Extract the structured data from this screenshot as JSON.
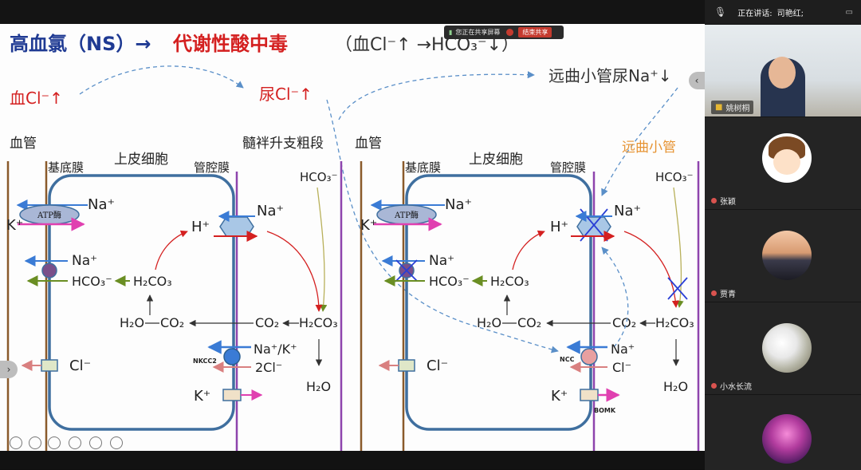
{
  "meeting": {
    "speaker_label": "正在讲话:",
    "speaker_name": "司艳红;",
    "sharing_text": "您正在共享屏幕",
    "end_share": "结束共享"
  },
  "participants": [
    {
      "name": "姚树桐"
    },
    {
      "name": "张颖"
    },
    {
      "name": "贾青"
    },
    {
      "name": "小水长流"
    }
  ],
  "slide": {
    "title_black1": "高血氯（NS）→",
    "title_red": "代谢性酸中毒",
    "title_paren": "（血Cl⁻↑ →HCO₃⁻↓）",
    "blood_cl": "血Cl⁻↑",
    "urine_cl": "尿Cl⁻↑",
    "distal_urine_na": "远曲小管尿Na⁺↓",
    "left": {
      "blood_vessel": "血管",
      "basolateral": "基底膜",
      "epithelial": "上皮细胞",
      "luminal": "管腔膜",
      "segment": "髓袢升支粗段",
      "atpase": "ATP酶",
      "na": "Na⁺",
      "k": "K⁺",
      "h": "H⁺",
      "na2": "Na⁺",
      "na3": "Na⁺",
      "hco3": "HCO₃⁻",
      "h2co3": "H₂CO₃",
      "h2o": "H₂O",
      "co2": "CO₂",
      "co2b": "CO₂",
      "h2co3b": "H₂CO₃",
      "hco3_lumen": "HCO₃⁻",
      "cl": "Cl⁻",
      "nk": "Na⁺/K⁺",
      "twocl": "2Cl⁻",
      "nkcc2": "NKCC2",
      "k2": "K⁺",
      "h2ob": "H₂O"
    },
    "right": {
      "blood_vessel": "血管",
      "basolateral": "基底膜",
      "epithelial": "上皮细胞",
      "luminal": "管腔膜",
      "segment": "远曲小管",
      "atpase": "ATP酶",
      "na": "Na⁺",
      "k": "K⁺",
      "h": "H⁺",
      "na2": "Na⁺",
      "na3": "Na⁺",
      "hco3": "HCO₃⁻",
      "h2co3": "H₂CO₃",
      "h2o": "H₂O",
      "co2": "CO₂",
      "co2b": "CO₂",
      "h2co3b": "H₂CO₃",
      "hco3_lumen": "HCO₃⁻",
      "cl": "Cl⁻",
      "cl2": "Cl⁻",
      "ncc": "NCC",
      "k2": "K⁺",
      "h2ob": "H₂O",
      "bomk": "BOMK"
    }
  },
  "colors": {
    "title_blue": "#1f3a93",
    "red": "#d42020",
    "orange": "#e69332",
    "membrane": "#3f6f9f",
    "vessel": "#8a5a2b",
    "purple": "#8e44ad"
  }
}
